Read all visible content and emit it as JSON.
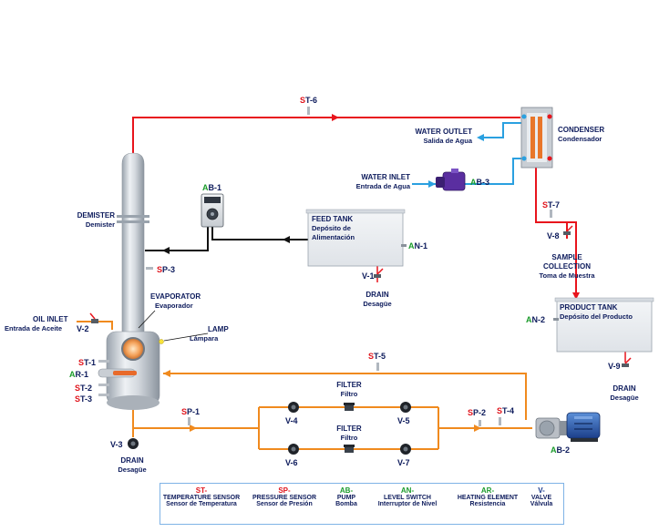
{
  "colors": {
    "hot_line": "#e8141c",
    "oil_line": "#f08a1e",
    "water_line": "#2aa0e0",
    "black_line": "#111111",
    "label_text": "#0d1b5c",
    "legend_border": "#7fb3e6"
  },
  "sensors": {
    "st6": {
      "prefix": "S",
      "suffix": "T-6"
    },
    "st7": {
      "prefix": "S",
      "suffix": "T-7"
    },
    "st5": {
      "prefix": "S",
      "suffix": "T-5"
    },
    "st4": {
      "prefix": "S",
      "suffix": "T-4"
    },
    "st1": {
      "prefix": "S",
      "suffix": "T-1"
    },
    "st2": {
      "prefix": "S",
      "suffix": "T-2"
    },
    "st3": {
      "prefix": "S",
      "suffix": "T-3"
    },
    "sp1": {
      "prefix": "S",
      "suffix": "P-1"
    },
    "sp2": {
      "prefix": "S",
      "suffix": "P-2"
    },
    "sp3": {
      "prefix": "S",
      "suffix": "P-3"
    },
    "ab1": {
      "prefix": "A",
      "suffix": "B-1"
    },
    "ab2": {
      "prefix": "A",
      "suffix": "B-2"
    },
    "ab3": {
      "prefix": "A",
      "suffix": "B-3"
    },
    "an1": {
      "prefix": "A",
      "suffix": "N-1"
    },
    "an2": {
      "prefix": "A",
      "suffix": "N-2"
    },
    "ar1": {
      "prefix": "A",
      "suffix": "R-1"
    }
  },
  "valves": {
    "v1": "V-1",
    "v2": "V-2",
    "v3": "V-3",
    "v4": "V-4",
    "v5": "V-5",
    "v6": "V-6",
    "v7": "V-7",
    "v8": "V-8",
    "v9": "V-9"
  },
  "labels": {
    "water_outlet": {
      "en": "WATER OUTLET",
      "es": "Salida de Agua"
    },
    "condenser": {
      "en": "CONDENSER",
      "es": "Condensador"
    },
    "water_inlet": {
      "en": "WATER INLET",
      "es": "Entrada de Agua"
    },
    "demister": {
      "en": "DEMISTER",
      "es": "Demister"
    },
    "feed_tank": {
      "en": "FEED TANK",
      "es1": "Depósito de",
      "es2": "Alimentación"
    },
    "sample_collection": {
      "en1": "SAMPLE",
      "en2": "COLLECTION",
      "es": "Toma de Muestra"
    },
    "product_tank": {
      "en": "PRODUCT TANK",
      "es": "Depósito del Producto"
    },
    "oil_inlet": {
      "en": "OIL INLET",
      "es": "Entrada de Aceite"
    },
    "evaporator": {
      "en": "EVAPORATOR",
      "es": "Evaporador"
    },
    "lamp": {
      "en": "LAMP",
      "es": "Lámpara"
    },
    "drain_feed": {
      "en": "DRAIN",
      "es": "Desagüe"
    },
    "drain_evap": {
      "en": "DRAIN",
      "es": "Desagüe"
    },
    "drain_product": {
      "en": "DRAIN",
      "es": "Desagüe"
    },
    "filter_top": {
      "en": "FILTER",
      "es": "Filtro"
    },
    "filter_bottom": {
      "en": "FILTER",
      "es": "Filtro"
    }
  },
  "legend": [
    {
      "code": "ST-",
      "color": "red",
      "en": "TEMPERATURE SENSOR",
      "es": "Sensor de Temperatura"
    },
    {
      "code": "SP-",
      "color": "red",
      "en": "PRESSURE SENSOR",
      "es": "Sensor de Presión"
    },
    {
      "code": "AB-",
      "color": "green",
      "en": "PUMP",
      "es": "Bomba"
    },
    {
      "code": "AN-",
      "color": "green",
      "en": "LEVEL SWITCH",
      "es": "Interruptor de Nivel"
    },
    {
      "code": "AR-",
      "color": "green",
      "en": "HEATING ELEMENT",
      "es": "Resistencia"
    },
    {
      "code": "V-",
      "color": "blue",
      "en": "VALVE",
      "es": "Válvula"
    }
  ]
}
